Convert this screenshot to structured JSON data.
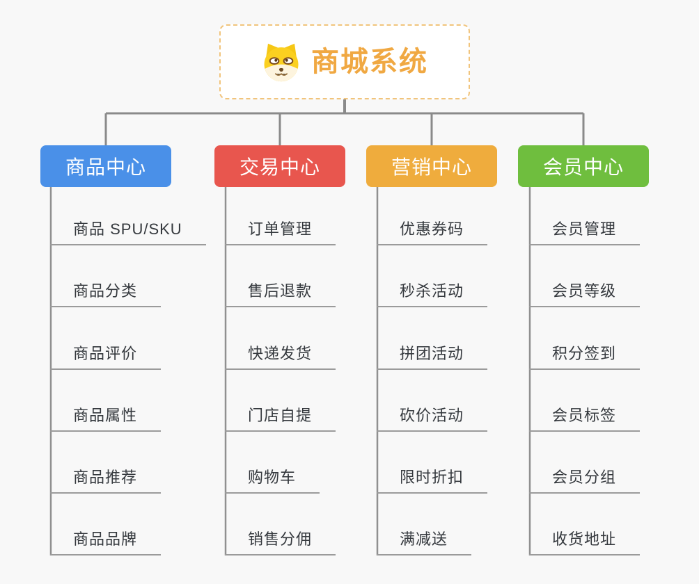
{
  "root": {
    "title": "商城系统",
    "icon": "dog-mascot-icon"
  },
  "branches": [
    {
      "label": "商品中心",
      "color": "#4a90e8",
      "children": [
        "商品 SPU/SKU",
        "商品分类",
        "商品评价",
        "商品属性",
        "商品推荐",
        "商品品牌"
      ]
    },
    {
      "label": "交易中心",
      "color": "#e8564e",
      "children": [
        "订单管理",
        "售后退款",
        "快递发货",
        "门店自提",
        "购物车",
        "销售分佣"
      ]
    },
    {
      "label": "营销中心",
      "color": "#efac3d",
      "children": [
        "优惠券码",
        "秒杀活动",
        "拼团活动",
        "砍价活动",
        "限时折扣",
        "满减送"
      ]
    },
    {
      "label": "会员中心",
      "color": "#6fbe3e",
      "children": [
        "会员管理",
        "会员等级",
        "积分签到",
        "会员标签",
        "会员分组",
        "收货地址"
      ]
    }
  ],
  "colors": {
    "background": "#f8f8f8",
    "connector": "#8a8a8a",
    "leaf_underline": "#9b9b9b",
    "leaf_text": "#34383d",
    "root_border": "#f1c47c",
    "root_text": "#f0a842"
  }
}
